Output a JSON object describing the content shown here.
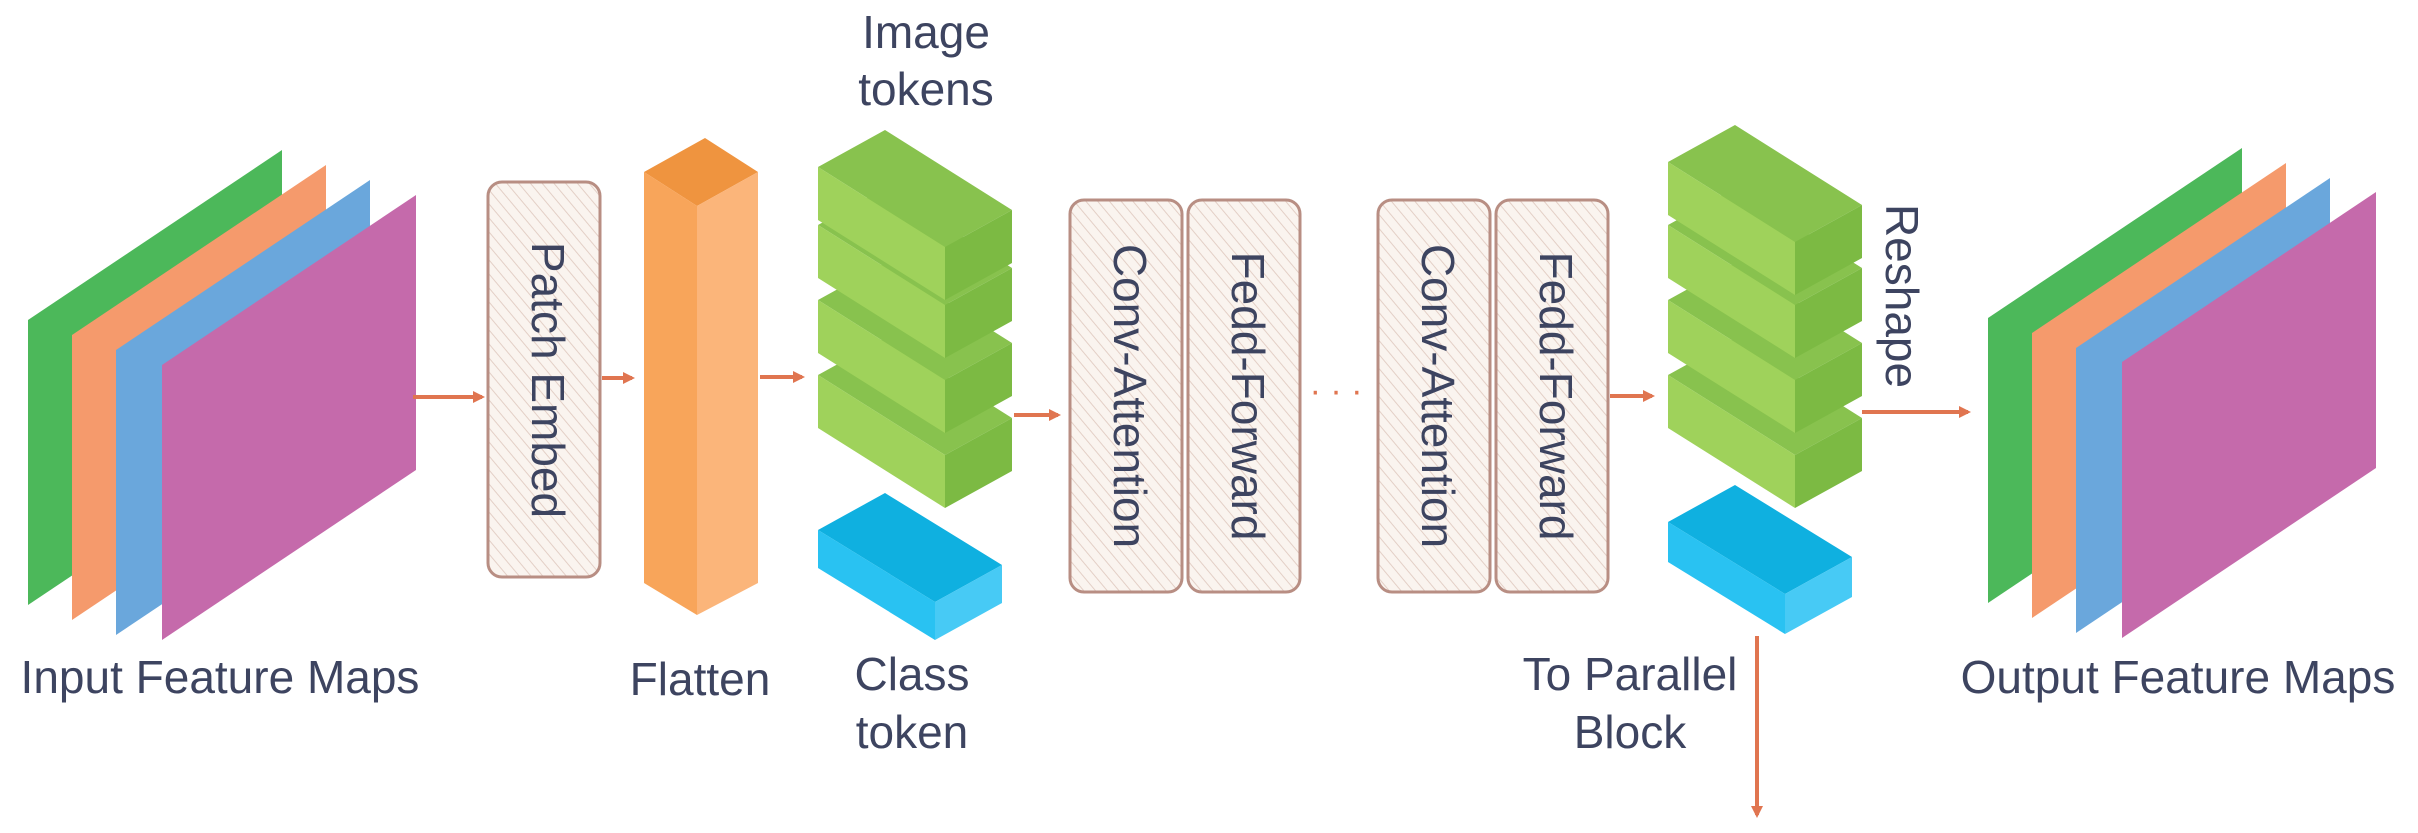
{
  "labels": {
    "input_maps": "Input Feature Maps",
    "patch_embed": "Patch Embed",
    "flatten": "Flatten",
    "image_tokens_line1": "Image",
    "image_tokens_line2": "tokens",
    "class_token_line1": "Class",
    "class_token_line2": "token",
    "conv_attention_1": "Conv-Attention",
    "feed_forward_1": "Fedd-Forward",
    "ellipsis": "· · ·",
    "conv_attention_2": "Conv-Attention",
    "feed_forward_2": "Fedd-Forward",
    "reshape": "Reshape",
    "to_parallel_line1": "To Parallel",
    "to_parallel_line2": "Block",
    "output_maps": "Output Feature Maps"
  },
  "colors": {
    "map_green": "#4cb85a",
    "map_orange": "#f59a6c",
    "map_blue": "#6aa7dc",
    "map_magenta": "#c56aab",
    "token_green_top": "#88c24e",
    "token_green_front": "#9fd25b",
    "token_green_side": "#7cba43",
    "class_top": "#0fb0e0",
    "class_front": "#29c2f2",
    "class_side": "#47caf5",
    "flatten_top": "#ef943f",
    "flatten_front": "#f8a55a",
    "flatten_side": "#fbb57a",
    "module_fill": "#faf4ef",
    "module_border": "#b88e83",
    "arrow": "#e07550",
    "text": "#3d4460"
  }
}
